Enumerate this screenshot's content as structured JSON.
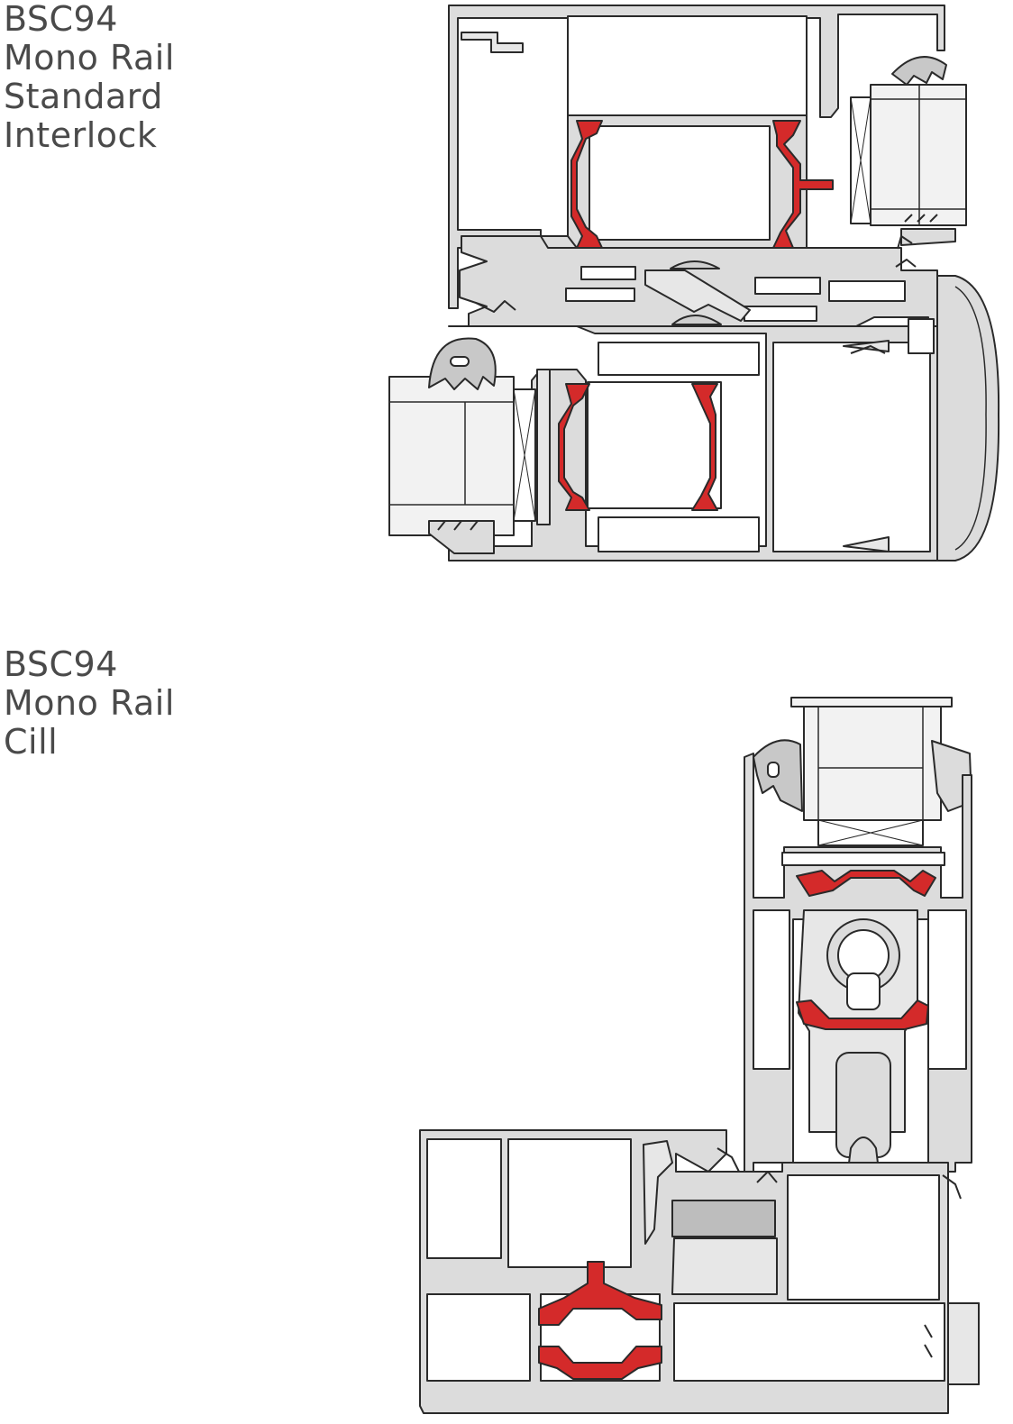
{
  "sections": [
    {
      "lines": [
        "BSC94",
        "Mono Rail",
        "Standard",
        "Interlock"
      ]
    },
    {
      "lines": [
        "BSC94",
        "Mono Rail",
        "Cill"
      ]
    }
  ],
  "colors": {
    "aluminium": "#dcdcdc",
    "aluminium_light": "#e7e7e7",
    "outline": "#2a2a2a",
    "thermal_break": "#d42a2a",
    "glass": "#f2f2f2",
    "text": "#4a4a4a"
  }
}
